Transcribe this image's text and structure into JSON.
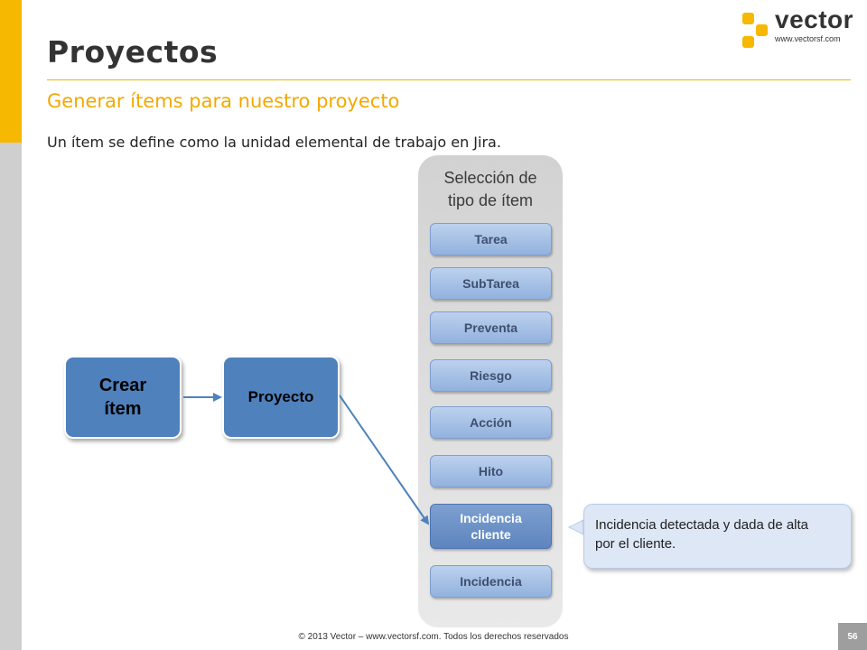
{
  "header": {
    "title": "Proyectos",
    "subtitle": "Generar ítems para nuestro proyecto",
    "description": "Un ítem se define como la unidad elemental de trabajo en Jira."
  },
  "logo": {
    "name": "vector",
    "url": "www.vectorsf.com"
  },
  "flow": {
    "create_line1": "Crear",
    "create_line2": "ítem",
    "project": "Proyecto"
  },
  "panel": {
    "title_line1": "Selección de",
    "title_line2": "tipo de ítem",
    "items": [
      {
        "label": "Tarea"
      },
      {
        "label": "SubTarea"
      },
      {
        "label": "Preventa"
      },
      {
        "label": "Riesgo"
      },
      {
        "label": "Acción"
      },
      {
        "label": "Hito"
      },
      {
        "label_line1": "Incidencia",
        "label_line2": "cliente",
        "selected": true
      },
      {
        "label": "Incidencia"
      }
    ]
  },
  "callout": {
    "text_line1": "Incidencia detectada y dada de alta",
    "text_line2": "por el cliente."
  },
  "footer": {
    "copyright": "© 2013 Vector – www.vectorsf.com. Todos los derechos reservados",
    "page_number": "56"
  },
  "colors": {
    "accent_yellow": "#f6b800",
    "subtitle_orange": "#f2a900",
    "flow_blue": "#4f81bd",
    "button_blue": "#92b2dd"
  }
}
